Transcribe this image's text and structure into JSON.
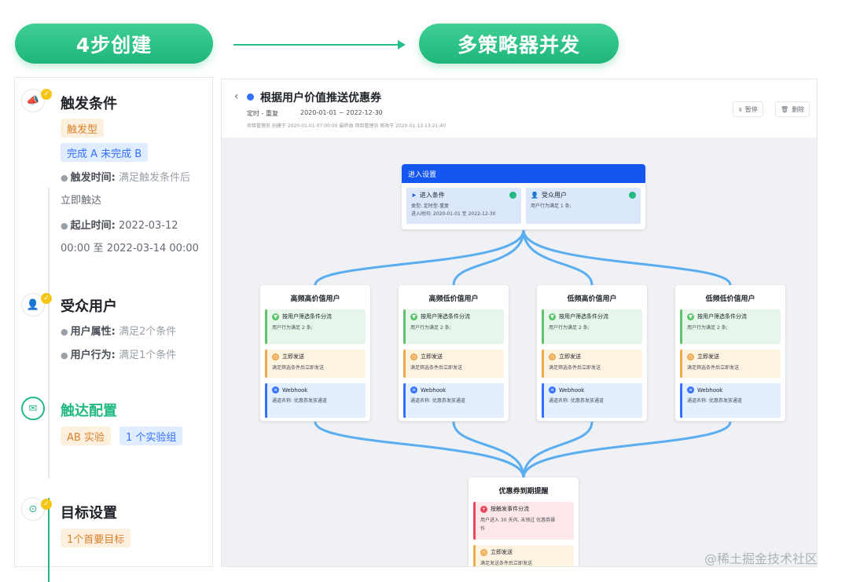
{
  "header": {
    "left_pill": "4步创建",
    "right_pill": "多策略器并发"
  },
  "steps": {
    "trigger": {
      "title": "触发条件",
      "tag_type": "触发型",
      "tag_condition": "完成 A 未完成 B",
      "trigger_time_label": "触发时间:",
      "trigger_time_value": "满足触发条件后",
      "trigger_time_value2": "立即触达",
      "range_label": "起止时间:",
      "range_value": "2022-03-12",
      "range_value2": "00:00 至 2022-03-14 00:00"
    },
    "audience": {
      "title": "受众用户",
      "attr_label": "用户属性:",
      "attr_value": "满足2个条件",
      "behavior_label": "用户行为:",
      "behavior_value": "满足1个条件"
    },
    "delivery": {
      "title": "触达配置",
      "tag_ab": "AB 实验",
      "tag_group": "1 个实验组"
    },
    "goal": {
      "title": "目标设置",
      "tag_goal": "1个首要目标"
    }
  },
  "canvas": {
    "back": "‹",
    "title": "根据用户价值推送优惠券",
    "schedule": "定时 - 重复",
    "date_range": "2020-01-01 ~ 2022-12-30",
    "meta": "项目管理员  创建于 2020-01-01 07:00:00     最终由 项目管理员 修改于 2020-01-13 13:21:40",
    "pause": "暂停",
    "delete": "删除",
    "entry": {
      "header": "进入设置",
      "cond_title": "进入条件",
      "cond_line1": "类型: 定时型-重复",
      "cond_line2": "进入时间: 2020-01-01 至 2022-12-30",
      "aud_title": "受众用户",
      "aud_line1": "用户行为满足 1 条;"
    },
    "branches": [
      {
        "title": "高频高价值用户",
        "filter_title": "按用户筛选条件分流",
        "filter_line": "用户行为满足 2 条;",
        "send_title": "立即发送",
        "send_line": "满足筛选条件后立即发送",
        "hook_title": "Webhook",
        "hook_line": "通道名称: 优惠券发放通道"
      },
      {
        "title": "高频低价值用户",
        "filter_title": "按用户筛选条件分流",
        "filter_line": "用户行为满足 2 条;",
        "send_title": "立即发送",
        "send_line": "满足筛选条件后立即发送",
        "hook_title": "Webhook",
        "hook_line": "通道名称: 优惠券发放通道"
      },
      {
        "title": "低频高价值用户",
        "filter_title": "按用户筛选条件分流",
        "filter_line": "用户行为满足 2 条;",
        "send_title": "立即发送",
        "send_line": "满足筛选条件后立即发送",
        "hook_title": "Webhook",
        "hook_line": "通道名称: 优惠券发放通道"
      },
      {
        "title": "低频低价值用户",
        "filter_title": "按用户筛选条件分流",
        "filter_line": "用户行为满足 2 条;",
        "send_title": "立即发送",
        "send_line": "满足筛选条件后立即发送",
        "hook_title": "Webhook",
        "hook_line": "通道名称: 优惠券发放通道"
      }
    ],
    "final": {
      "title": "优惠券到期提醒",
      "event_title": "按触发事件分流",
      "event_line1": "用户进入 30 天内, 未领过 优惠券操",
      "event_line2": "作",
      "send_title": "立即发送",
      "send_line": "满足发送条件后立即发送"
    }
  },
  "watermark": "@稀土掘金技术社区",
  "colors": {
    "accent_green": "#23b981",
    "primary_blue": "#1456f0",
    "curve_blue": "#5aaef0"
  }
}
